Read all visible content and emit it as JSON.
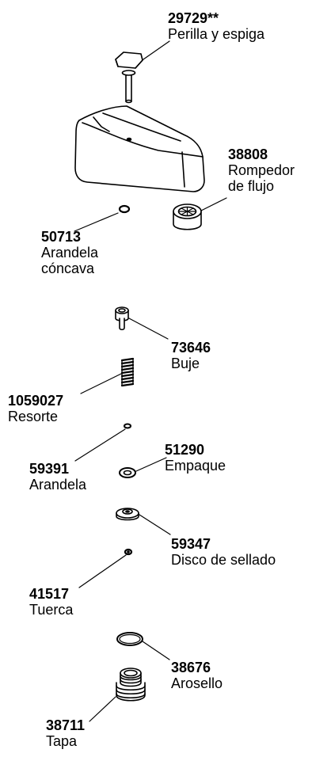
{
  "parts": {
    "knob": {
      "number": "29729**",
      "name": "Perilla y espiga"
    },
    "aerator": {
      "number": "38808",
      "name": "Rompedor",
      "name2": "de flujo"
    },
    "cupped_washer": {
      "number": "50713",
      "name": "Arandela",
      "name2": "cóncava"
    },
    "bushing": {
      "number": "73646",
      "name": "Buje"
    },
    "spring": {
      "number": "1059027",
      "name": "Resorte"
    },
    "gasket": {
      "number": "51290",
      "name": "Empaque"
    },
    "washer": {
      "number": "59391",
      "name": "Arandela"
    },
    "seal_disc": {
      "number": "59347",
      "name": "Disco de sellado"
    },
    "nut": {
      "number": "41517",
      "name": "Tuerca"
    },
    "o_ring": {
      "number": "38676",
      "name": "Arosello"
    },
    "cap": {
      "number": "38711",
      "name": "Tapa"
    }
  },
  "colors": {
    "line": "#000000",
    "fill": "#ffffff",
    "shade": "#dcdcdc"
  }
}
